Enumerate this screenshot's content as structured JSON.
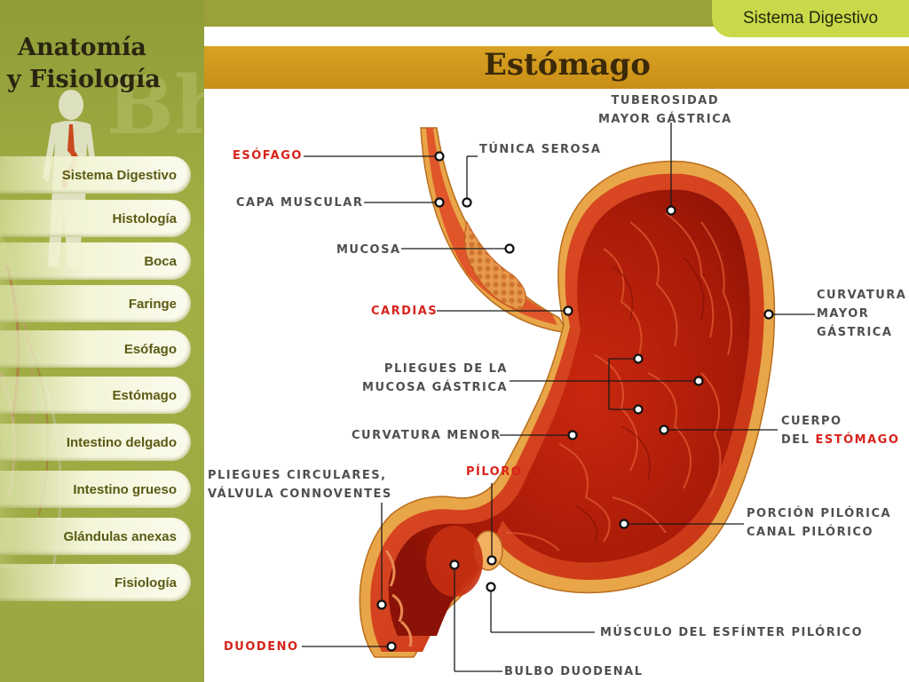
{
  "sidebar": {
    "brand_line1": "Anatomía",
    "brand_line2": "y Fisiología",
    "items": [
      {
        "label": "Sistema Digestivo"
      },
      {
        "label": "Histología"
      },
      {
        "label": "Boca"
      },
      {
        "label": "Faringe"
      },
      {
        "label": "Esófago"
      },
      {
        "label": "Estómago"
      },
      {
        "label": "Intestino delgado"
      },
      {
        "label": "Intestino grueso"
      },
      {
        "label": "Glándulas anexas"
      },
      {
        "label": "Fisiología"
      }
    ]
  },
  "header": {
    "section": "Sistema Digestivo",
    "title": "Estómago"
  },
  "diagram": {
    "labels": {
      "tuberosidad_1": "TUBEROSIDAD",
      "tuberosidad_2": "MAYOR GÁSTRICA",
      "tunica_serosa": "TÚNICA SEROSA",
      "esofago": "ESÓFAGO",
      "capa_muscular": "CAPA MUSCULAR",
      "mucosa": "MUCOSA",
      "cardias": "CARDIAS",
      "curvatura_mayor_1": "CURVATURA",
      "curvatura_mayor_2": "MAYOR",
      "curvatura_mayor_3": "GÁSTRICA",
      "pliegues_mucosa_1": "PLIEGUES DE LA",
      "pliegues_mucosa_2": "MUCOSA GÁSTRICA",
      "curvatura_menor": "CURVATURA MENOR",
      "cuerpo_1": "CUERPO",
      "cuerpo_2a": "DEL ",
      "cuerpo_2b": "ESTÓMAGO",
      "piloro": "PÍLORO",
      "pliegues_circulares_1": "PLIEGUES CIRCULARES,",
      "pliegues_circulares_2": "VÁLVULA CONNOVENTES",
      "porcion_pilorica_1": "PORCIÓN PILÓRICA",
      "porcion_pilorica_2": "CANAL PILÓRICO",
      "duodeno": "DUODENO",
      "musculo_esfinter": "MÚSCULO DEL ESFÍNTER PILÓRICO",
      "bulbo_duodenal": "BULBO DUODENAL"
    },
    "colors": {
      "stomach_outer": "#e8a040",
      "stomach_wall": "#d03a12",
      "stomach_inner": "#b8200c",
      "label_red": "#d8231b",
      "label_gray": "#4f4f4f"
    }
  }
}
